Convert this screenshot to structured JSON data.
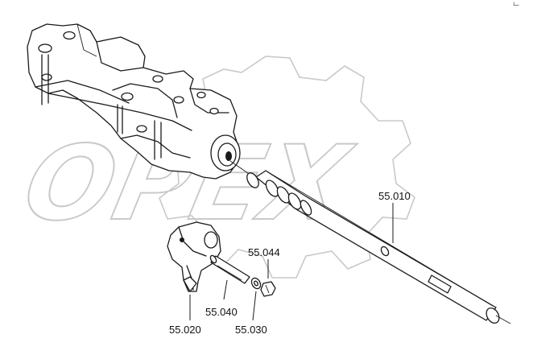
{
  "watermark": {
    "text": "OPEX"
  },
  "corner_mark": "└─",
  "callouts": [
    {
      "id": "55.010",
      "text": "55.010"
    },
    {
      "id": "55.044",
      "text": "55.044"
    },
    {
      "id": "55.040",
      "text": "55.040"
    },
    {
      "id": "55.020",
      "text": "55.020"
    },
    {
      "id": "55.030",
      "text": "55.030"
    }
  ]
}
